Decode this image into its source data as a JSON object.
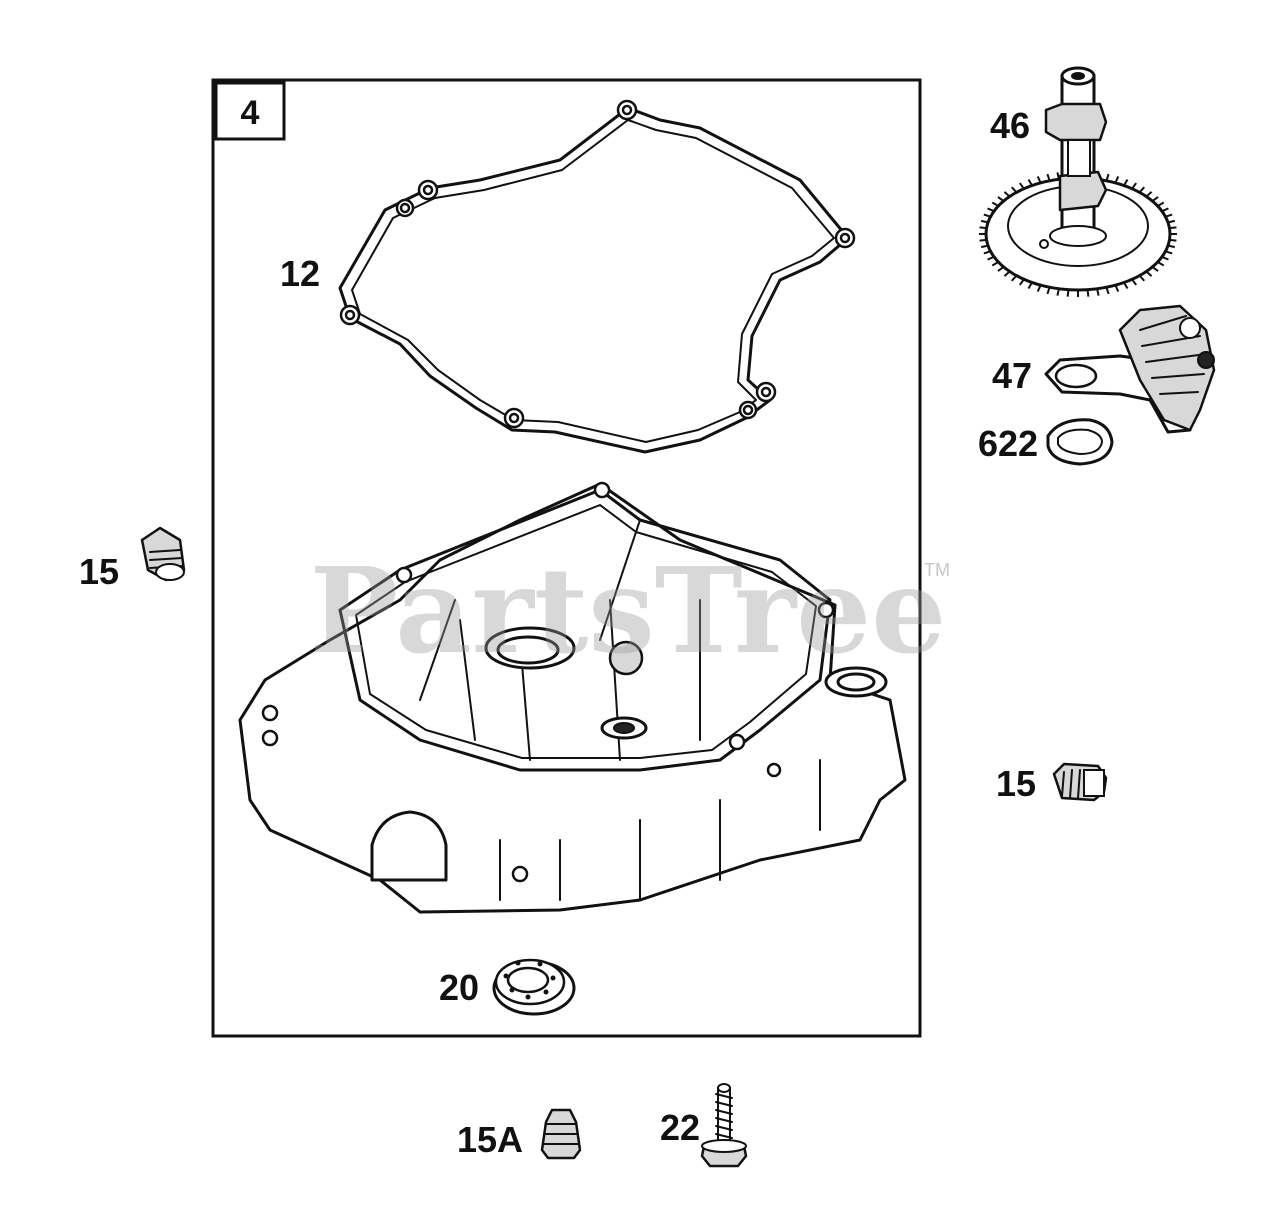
{
  "kit": {
    "number": "4"
  },
  "parts": [
    {
      "id": "p12",
      "label": "12",
      "icon": "gasket-icon"
    },
    {
      "id": "p46",
      "label": "46",
      "icon": "camshaft-gear-icon"
    },
    {
      "id": "p47",
      "label": "47",
      "icon": "governor-assembly-icon"
    },
    {
      "id": "p622",
      "label": "622",
      "icon": "washer-icon"
    },
    {
      "id": "p15a",
      "label": "15",
      "icon": "plug-icon"
    },
    {
      "id": "p15b",
      "label": "15",
      "icon": "plug-icon"
    },
    {
      "id": "p20",
      "label": "20",
      "icon": "oil-seal-icon"
    },
    {
      "id": "p15A",
      "label": "15A",
      "icon": "plug-icon"
    },
    {
      "id": "p22",
      "label": "22",
      "icon": "screw-icon"
    }
  ],
  "watermark": {
    "text": "PartsTree",
    "tm": "TM"
  },
  "colors": {
    "ink": "#111111",
    "background": "#ffffff",
    "watermark": "#9a9a9a"
  }
}
